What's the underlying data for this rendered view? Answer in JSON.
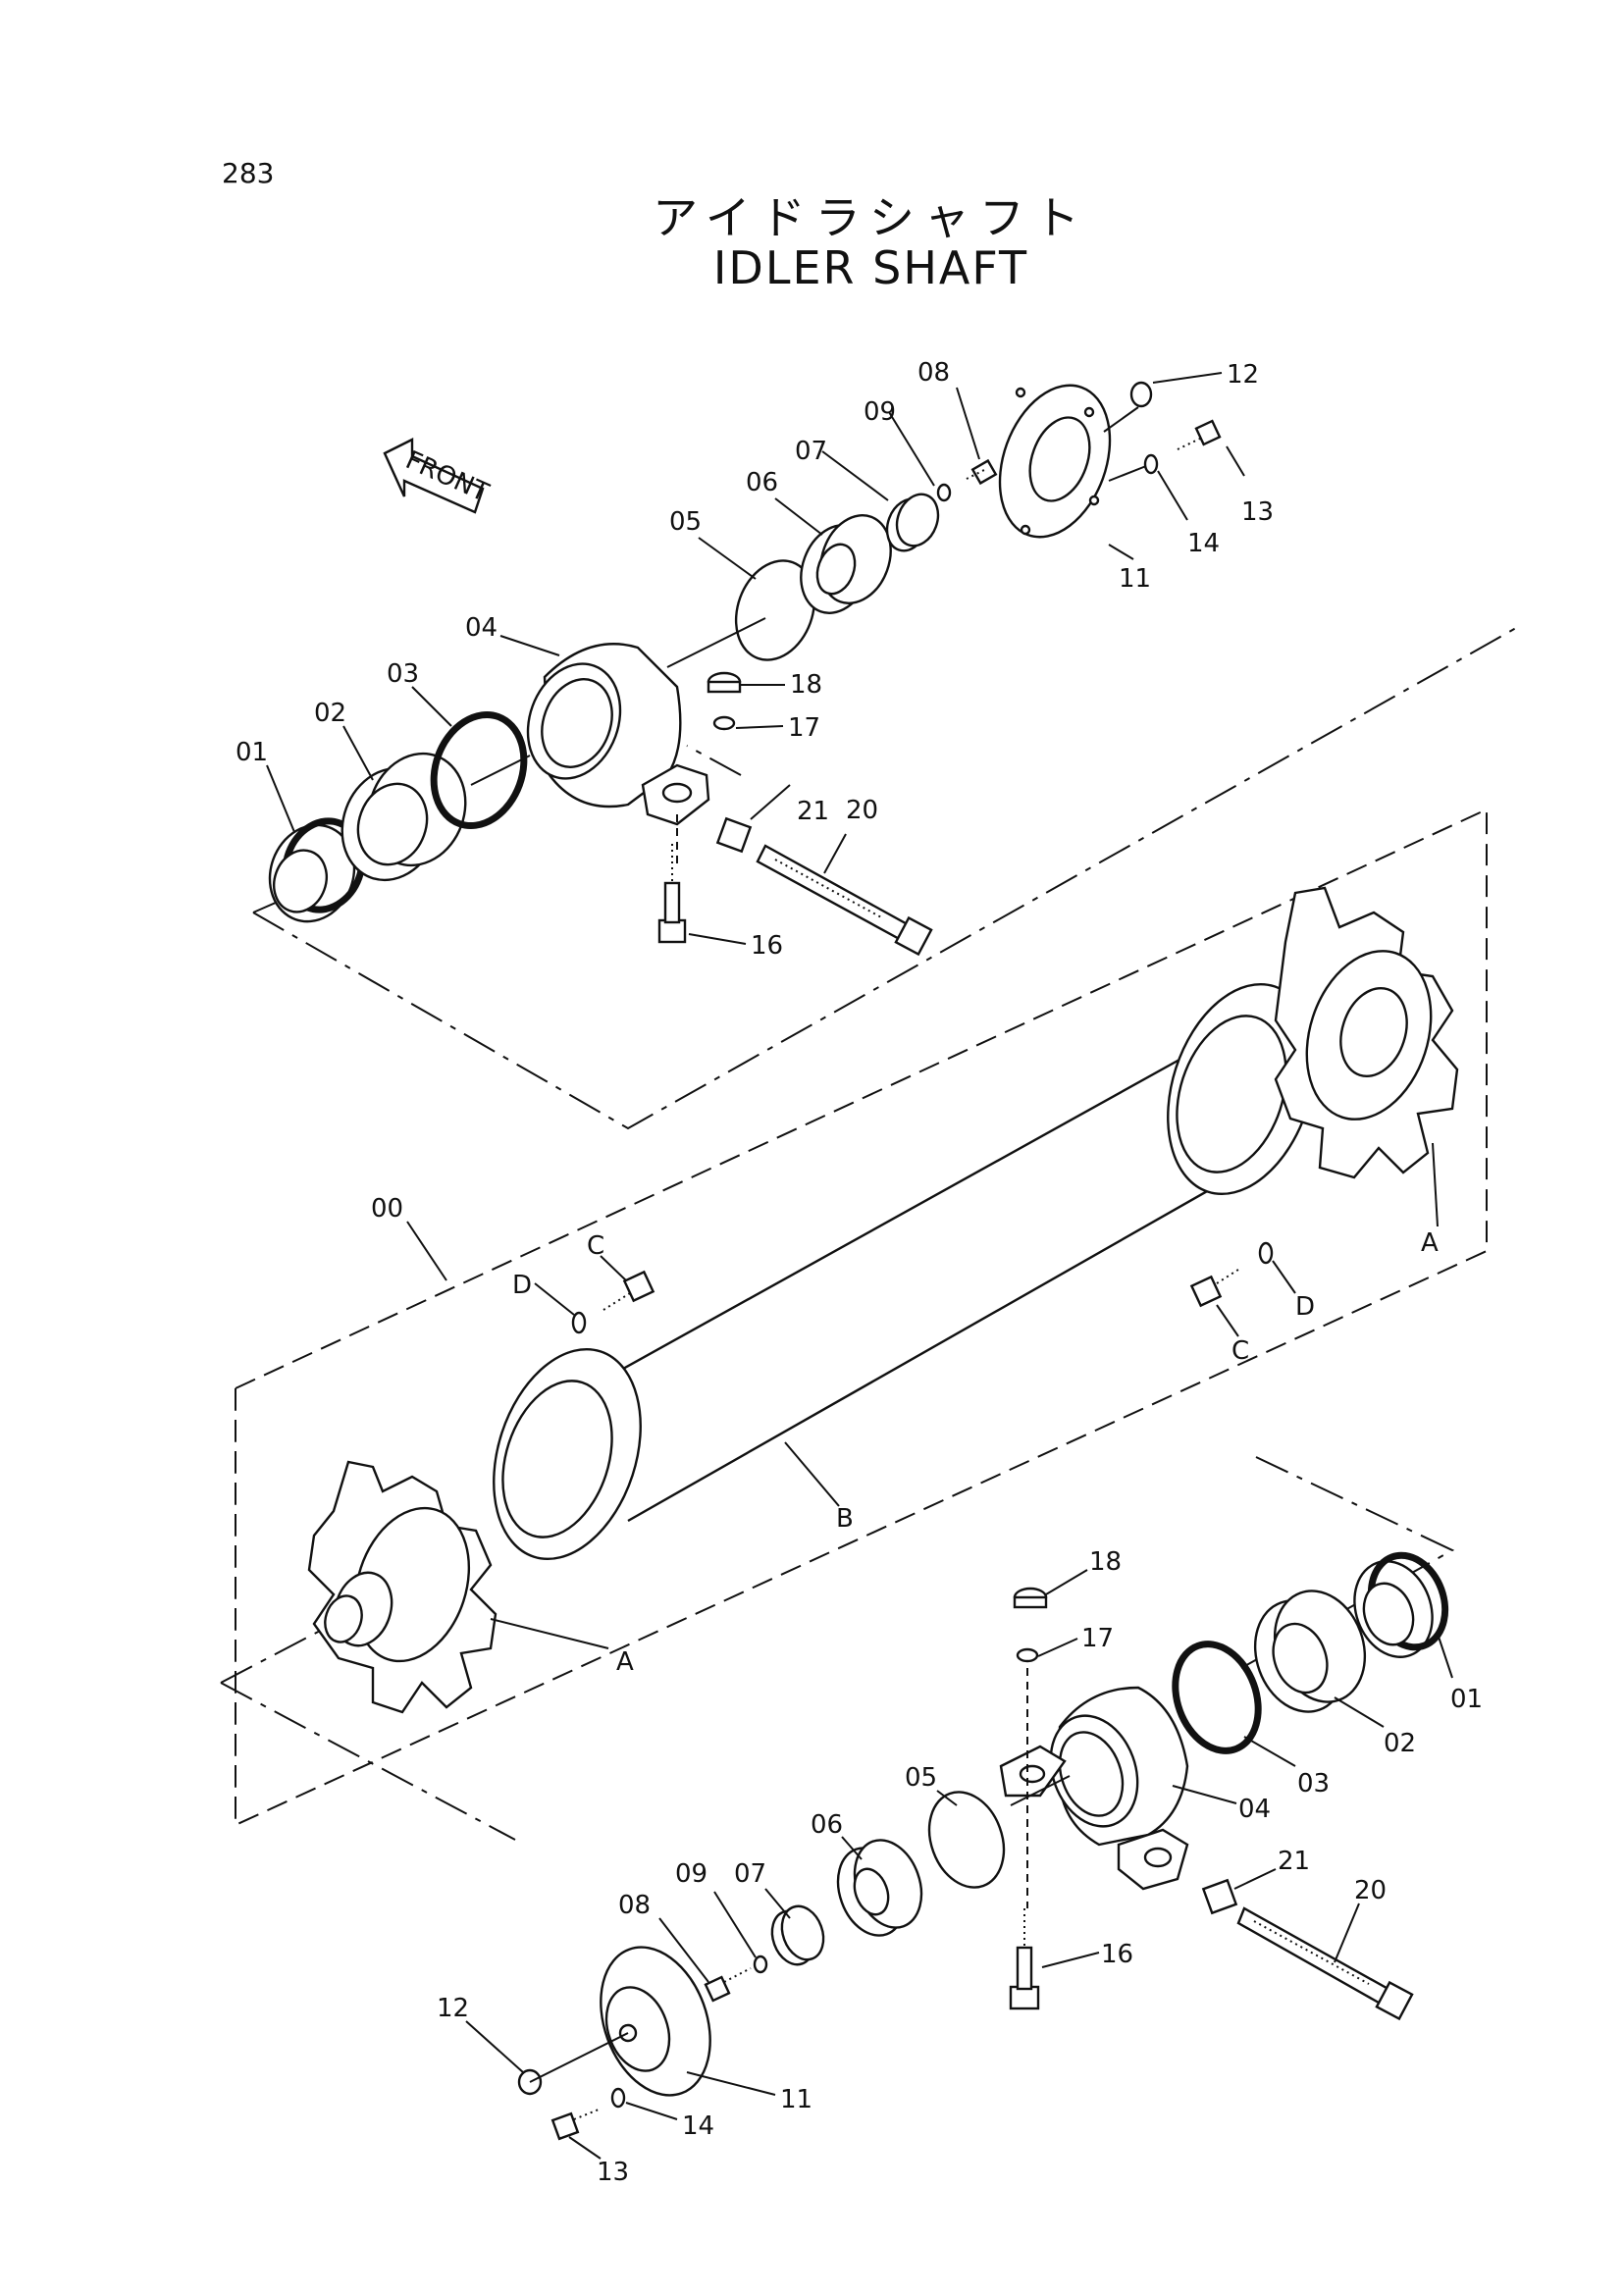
{
  "page_number": "283",
  "title_jp": "アイドラシャフト",
  "title_en": "IDLER SHAFT",
  "front_label": "FRONT",
  "callouts": {
    "upper": {
      "p01": "01",
      "p02": "02",
      "p03": "03",
      "p04": "04",
      "p05": "05",
      "p06": "06",
      "p07": "07",
      "p08": "08",
      "p09": "09",
      "p11": "11",
      "p12": "12",
      "p13": "13",
      "p14": "14",
      "p16": "16",
      "p17": "17",
      "p18": "18",
      "p20": "20",
      "p21": "21"
    },
    "middle": {
      "p00": "00",
      "a_right": "A",
      "a_left": "A",
      "b": "B",
      "c_left": "C",
      "c_right": "C",
      "d_left": "D",
      "d_right": "D"
    },
    "lower": {
      "p01": "01",
      "p02": "02",
      "p03": "03",
      "p04": "04",
      "p05": "05",
      "p06": "06",
      "p07": "07",
      "p08": "08",
      "p09": "09",
      "p11": "11",
      "p12": "12",
      "p13": "13",
      "p14": "14",
      "p16": "16",
      "p17": "17",
      "p18": "18",
      "p20": "20",
      "p21": "21"
    }
  }
}
